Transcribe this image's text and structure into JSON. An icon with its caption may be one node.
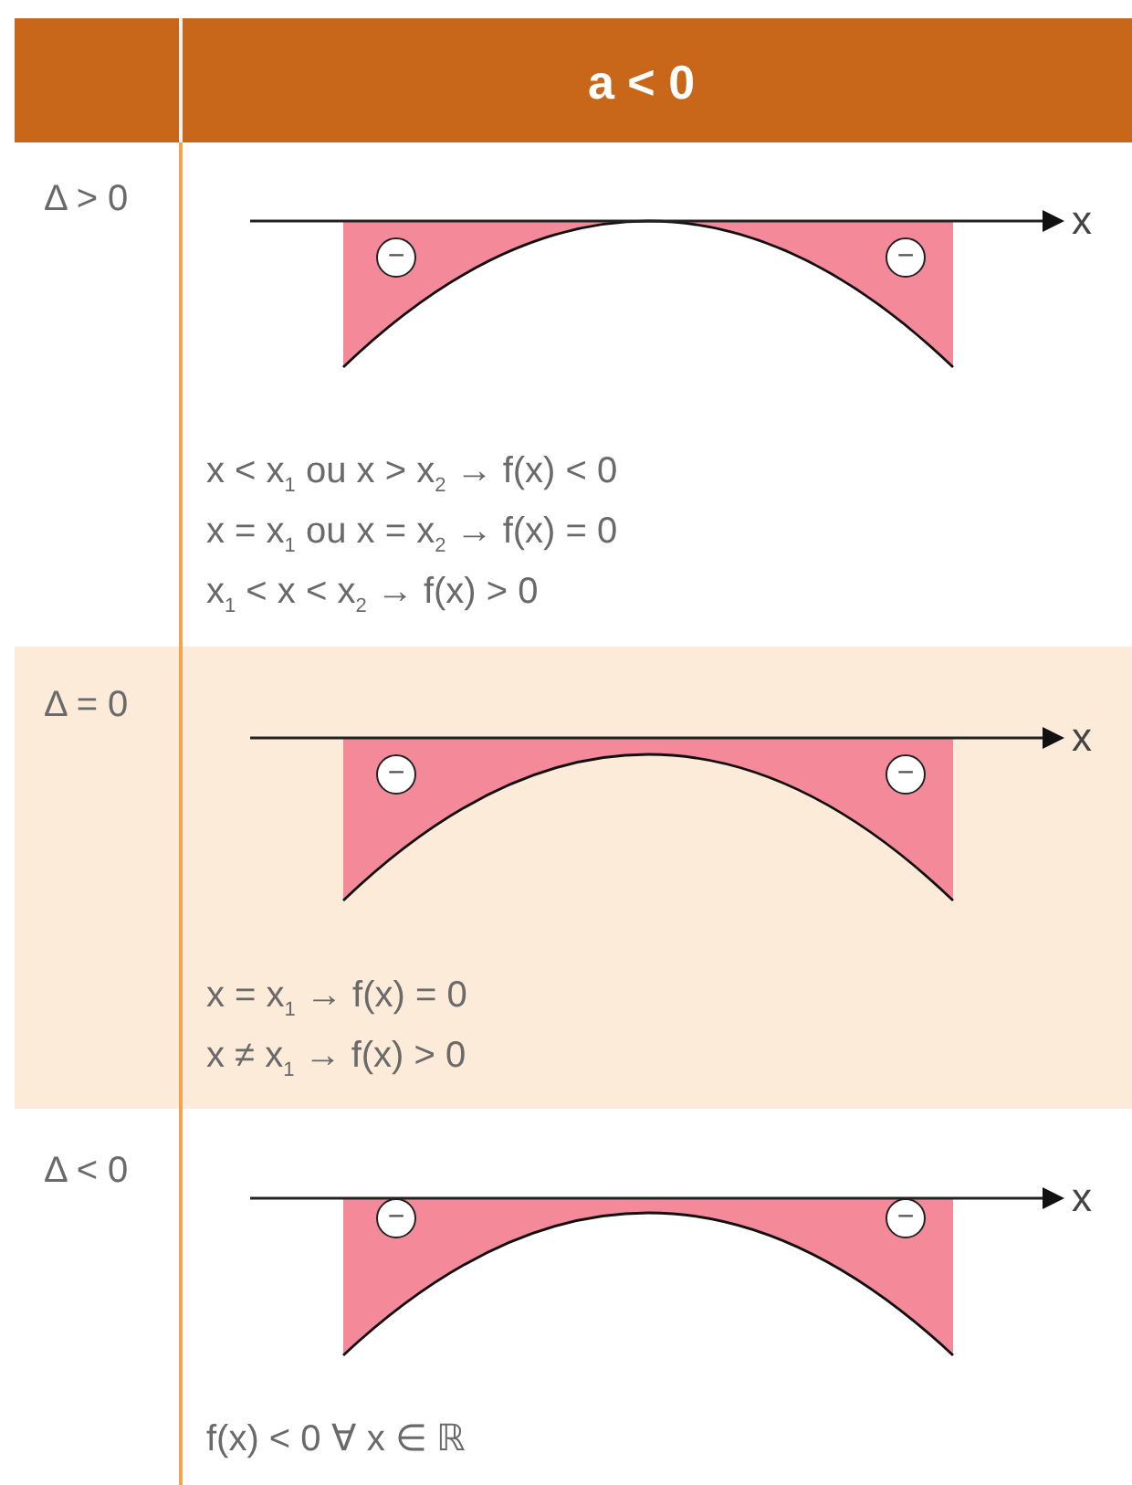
{
  "diagram": {
    "labels": [
      "a < 0",
      "Δ > 0",
      "x",
      "−",
      "−",
      "x < x$_{1}$ ou x > x$_{2}$ → f(x) < 0",
      "x = x$_{1}$ ou x = x$_{2}$ → f(x) = 0",
      "x$_{1}$ < x < x$_{2}$ → f(x) > 0",
      "Δ = 0",
      "x",
      "−",
      "−",
      "x = x$_{1}$ → f(x) = 0",
      "x ≠ x$_{1}$ → f(x) > 0",
      "Δ < 0",
      "x",
      "−",
      "−",
      "f(x) < 0 ∀ x ∈ ℝ"
    ]
  }
}
